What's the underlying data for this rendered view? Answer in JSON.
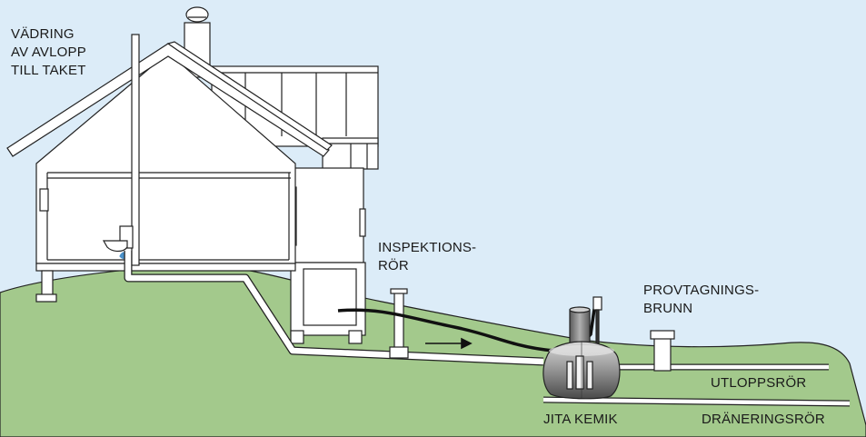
{
  "labels": {
    "vent": [
      "VÄDRING",
      "AV AVLOPP",
      "TILL TAKET"
    ],
    "inspection": [
      "INSPEKTIONS-",
      "RÖR"
    ],
    "sampling": [
      "PROVTAGNINGS-",
      "BRUNN"
    ],
    "outlet": "UTLOPPSRÖR",
    "tank": "JITA KEMIK",
    "drainage": "DRÄNERINGSRÖR"
  },
  "colors": {
    "sky": "#dcecf8",
    "ground": "#a3c98c",
    "house_fill": "#ffffff",
    "outline": "#222222",
    "pipe": "#ffffff",
    "cable": "#111111",
    "tank": "#9a9a9a"
  },
  "icons": {
    "flow": "right-arrow-icon",
    "toilet": "toilet-icon"
  }
}
